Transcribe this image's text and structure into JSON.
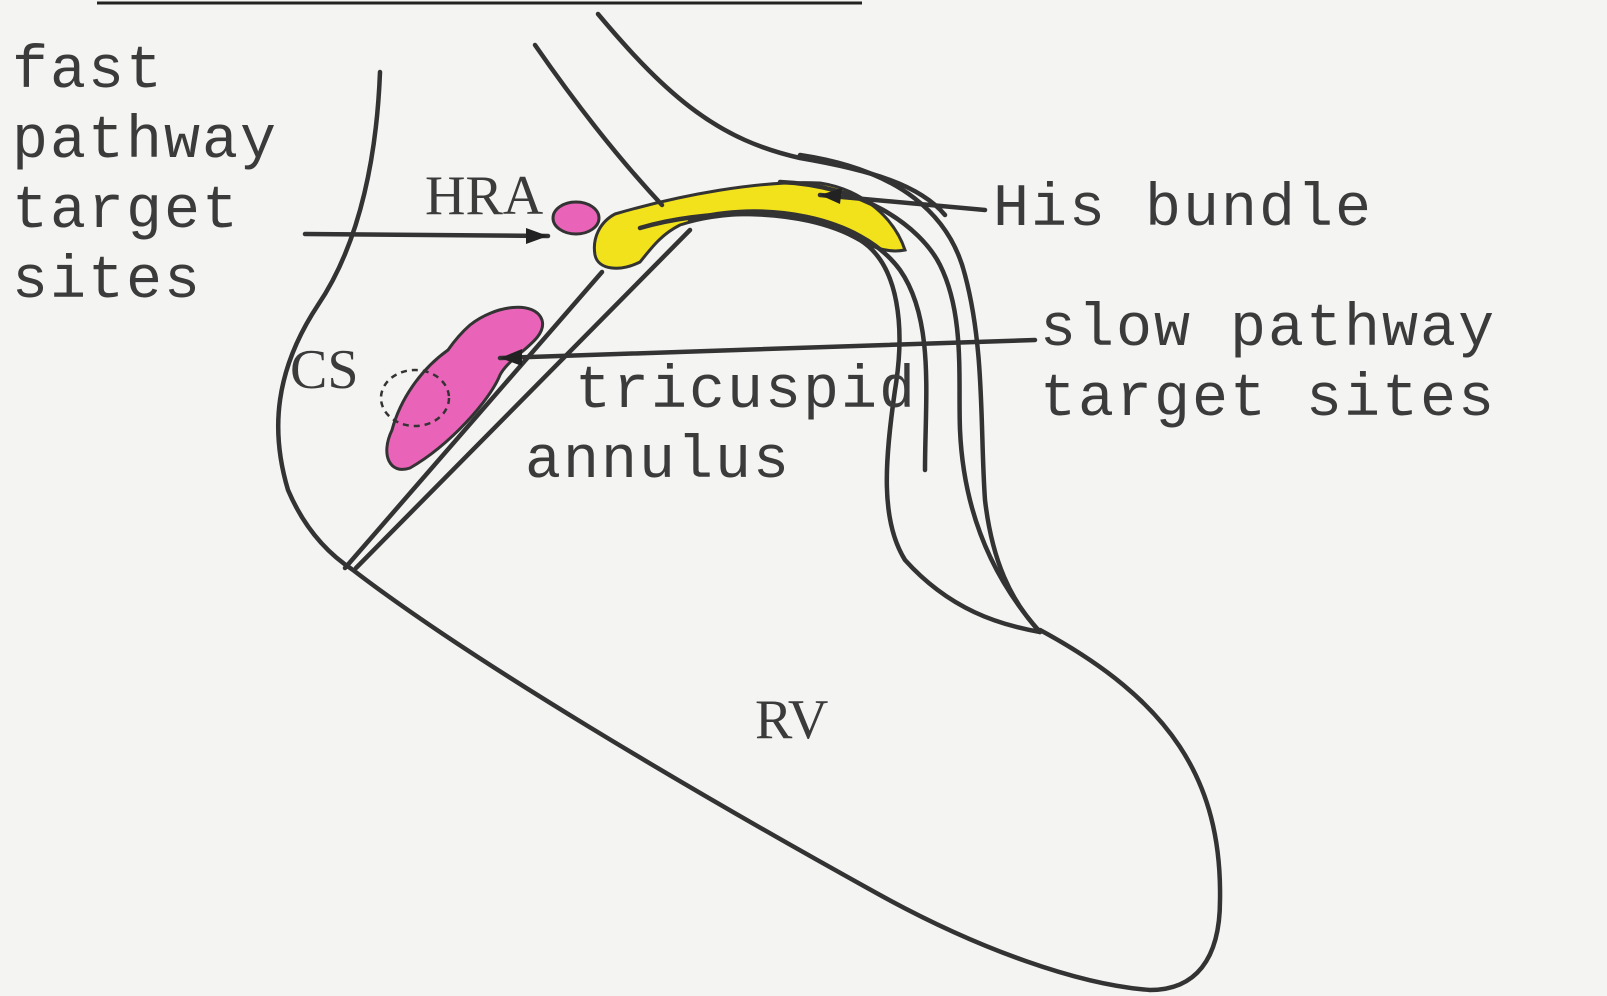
{
  "labels": {
    "fast_pathway": [
      "fast",
      "pathway",
      "target",
      "sites"
    ],
    "hra": "HRA",
    "his_bundle": "His bundle",
    "slow_pathway": [
      "slow pathway",
      "target sites"
    ],
    "cs": "CS",
    "tricuspid": [
      "tricuspid",
      "annulus"
    ],
    "rv": "RV"
  },
  "colors": {
    "outline": "#333333",
    "text": "#3b3b3b",
    "his_bundle_fill": "#f2e21c",
    "target_fill": "#e964b8",
    "background": "#f4f4f2"
  }
}
